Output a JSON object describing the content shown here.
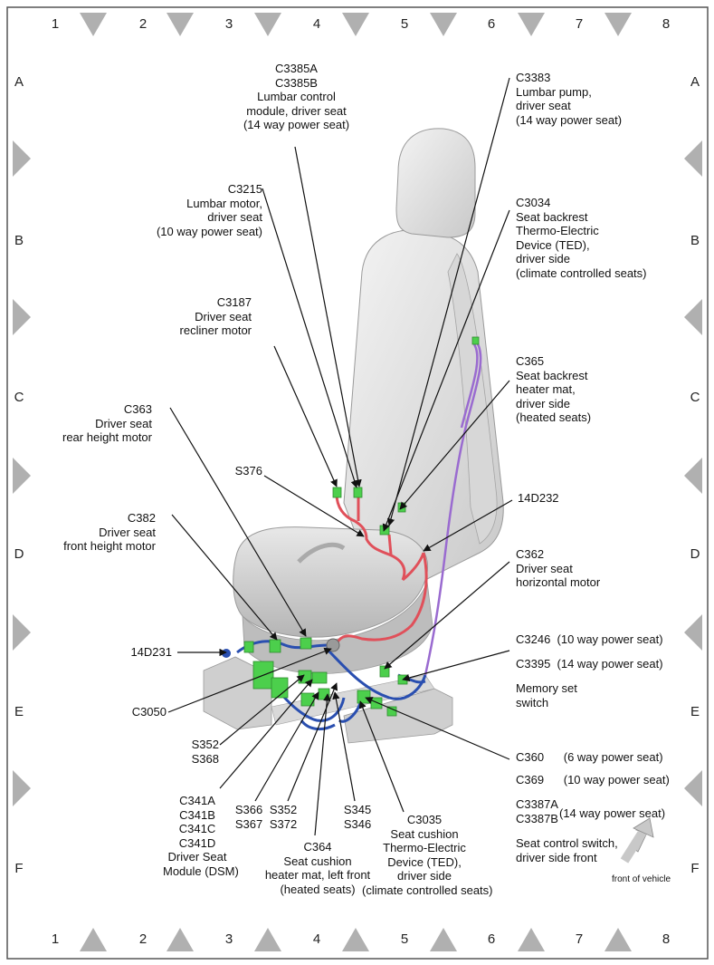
{
  "grid": {
    "columns": [
      "1",
      "2",
      "3",
      "4",
      "5",
      "6",
      "7",
      "8"
    ],
    "rows": [
      "A",
      "B",
      "C",
      "D",
      "E",
      "F"
    ]
  },
  "labels": {
    "c3385": "C3385A\nC3385B\nLumbar control\nmodule, driver seat\n(14 way power seat)",
    "c3215": "C3215\nLumbar motor,\ndriver seat\n(10 way power seat)",
    "c3187": "C3187\nDriver seat\nrecliner motor",
    "c363": "C363\nDriver seat\nrear height motor",
    "s376": "S376",
    "c382": "C382\nDriver seat\nfront height motor",
    "d14d231": "14D231",
    "c3050": "C3050",
    "s352_s368": "S352\nS368",
    "c341": "C341A\nC341B\nC341C\nC341D\nDriver Seat\nModule (DSM)",
    "s366_s367": "S366\nS367",
    "s352_s372": "S352\nS372",
    "c364": "C364\nSeat cushion\nheater mat, left front\n(heated seats)",
    "s345_s346": "S345\nS346",
    "c3035": "C3035\nSeat cushion\nThermo-Electric\nDevice (TED),\ndriver side\n(climate controlled seats)",
    "c3383": "C3383\nLumbar pump,\ndriver seat\n(14 way power seat)",
    "c3034": "C3034\nSeat backrest\nThermo-Electric\nDevice (TED),\ndriver side\n(climate controlled seats)",
    "c365": "C365\nSeat backrest\nheater mat,\ndriver side\n(heated seats)",
    "d14d232": "14D232",
    "c362": "C362\nDriver seat\nhorizontal motor",
    "c3246": "C3246  (10 way power seat)",
    "c3395": "C3395  (14 way power seat)",
    "memory": "Memory set\nswitch",
    "c360": "C360      (6 way power seat)",
    "c369": "C369      (10 way power seat)",
    "c3387": "C3387A\nC3387B",
    "c3387_note": "(14 way power seat)",
    "seat_control": "Seat control switch,\ndriver side front",
    "front_vehicle": "front of vehicle"
  },
  "colors": {
    "wire_red": "#e0505a",
    "wire_blue": "#2a4fb0",
    "wire_purple": "#9a6bd0",
    "connector_green": "#4ccf4c",
    "triangle": "#b0b0b0"
  }
}
